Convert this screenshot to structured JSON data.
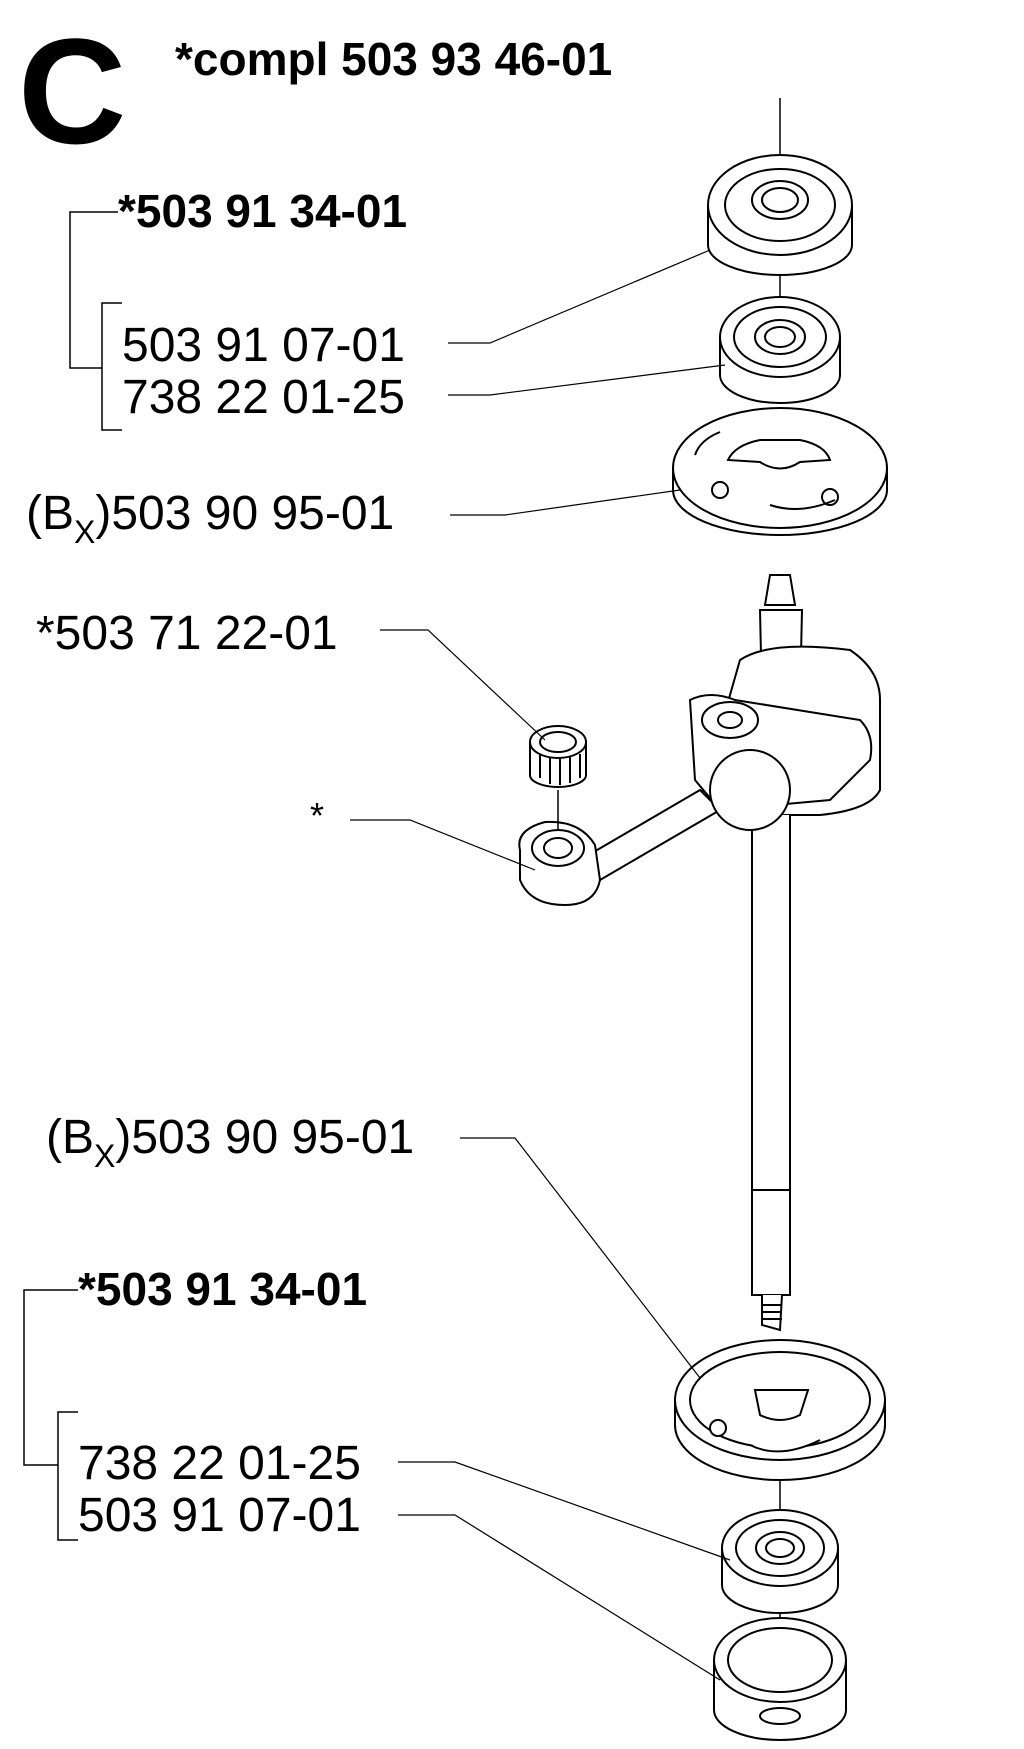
{
  "section_letter": "C",
  "assembly_label": "*compl 503 93 46-01",
  "labels": {
    "top_bearing_kit": "*503 91 34-01",
    "top_bearing": "503 91 07-01",
    "top_seal": "738 22 01-25",
    "top_washer_prefix": "(B",
    "top_washer_sub": "X",
    "top_washer_number": ")503 90 95-01",
    "needle_bearing": "*503 71 22-01",
    "conrod": "*",
    "bottom_washer_prefix": "(B",
    "bottom_washer_sub": "X",
    "bottom_washer_number": ")503 90 95-01",
    "bottom_bearing_kit": "*503 91 34-01",
    "bottom_seal": "738 22 01-25",
    "bottom_bearing": "503 91 07-01"
  },
  "colors": {
    "ink": "#000000",
    "paper": "#ffffff"
  }
}
